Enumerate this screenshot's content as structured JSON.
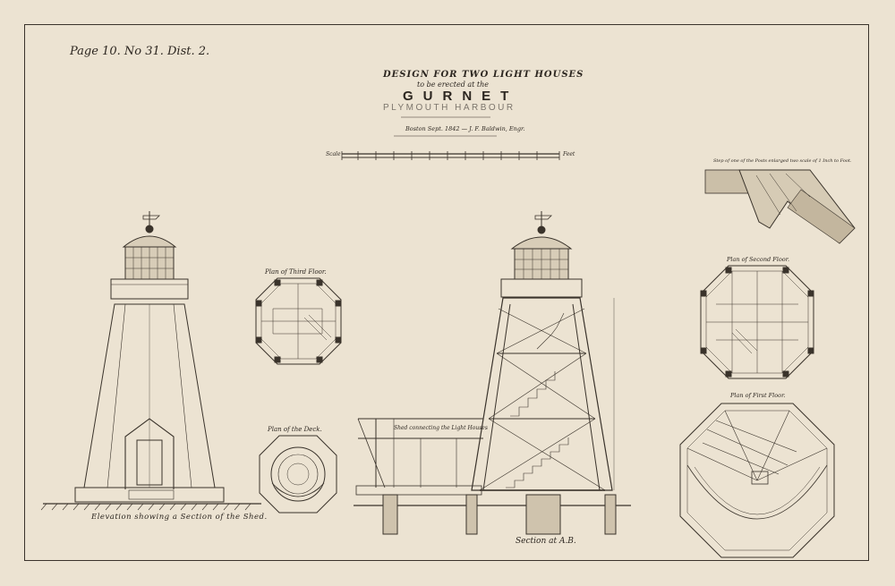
{
  "reference_note": "Page 10. No 31. Dist. 2.",
  "title": {
    "line1": "DESIGN FOR TWO LIGHT HOUSES",
    "line2": "to be erected at the",
    "line3": "GURNET",
    "line4": "PLYMOUTH HARBOUR",
    "signature": "Boston Sept. 1842 — J. F. Baldwin, Engr."
  },
  "scale_bar": {
    "left_label": "Scale",
    "right_label": "Feet"
  },
  "labels": {
    "plan_third_floor": "Plan of Third Floor.",
    "plan_deck": "Plan of the Deck.",
    "plan_second_floor": "Plan of Second Floor.",
    "plan_first_floor": "Plan of First Floor.",
    "post_step": "Step of one of the Posts enlarged two scale of 1 Inch to Foot.",
    "shed_label": "Shed connecting the Light Houses",
    "elevation_caption": "Elevation showing a Section of the Shed.",
    "section_caption": "Section at A.B."
  },
  "colors": {
    "paper": "#ece3d2",
    "ink": "#3a332b"
  }
}
